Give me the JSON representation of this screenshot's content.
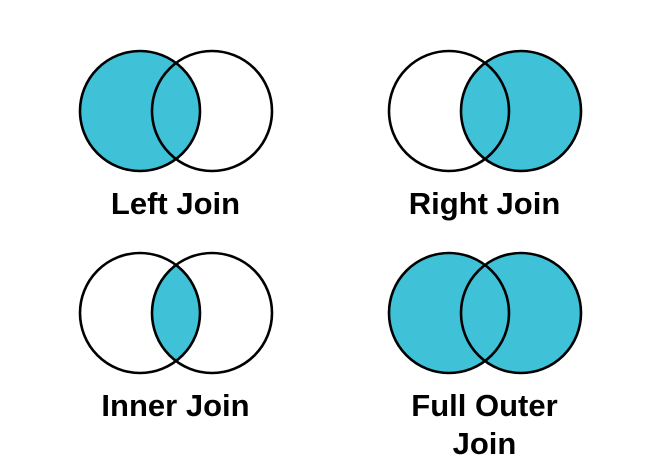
{
  "page": {
    "background": "#ffffff"
  },
  "colors": {
    "venn_fill": "#3fc1d8",
    "venn_empty": "#ffffff",
    "venn_stroke": "#000000",
    "label_color": "#000000"
  },
  "diagrams": [
    {
      "id": "left-join",
      "label": "Left Join",
      "regions": {
        "left": true,
        "right": false,
        "intersection": true
      }
    },
    {
      "id": "right-join",
      "label": "Right Join",
      "regions": {
        "left": false,
        "right": true,
        "intersection": true
      }
    },
    {
      "id": "inner-join",
      "label": "Inner Join",
      "regions": {
        "left": false,
        "right": false,
        "intersection": true
      }
    },
    {
      "id": "full-outer-join",
      "label": "Full Outer Join",
      "regions": {
        "left": true,
        "right": true,
        "intersection": true
      }
    }
  ]
}
